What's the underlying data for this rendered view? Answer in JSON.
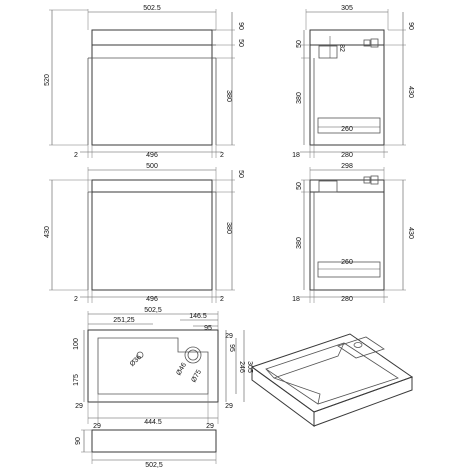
{
  "front_view_1": {
    "width_top": "502.5",
    "height_total": "520",
    "top_band": "90",
    "drawer_gap": "50",
    "body_height": "380",
    "inner_width": "496",
    "side_left": "2",
    "side_right": "2"
  },
  "side_view_1": {
    "depth_top": "305",
    "top_band": "90",
    "gap": "50",
    "inner_82": "82",
    "body_380": "380",
    "total_430": "430",
    "inner_260": "260",
    "base_18": "18",
    "depth_280": "280"
  },
  "front_view_2": {
    "width_top": "500",
    "gap": "50",
    "height_total": "430",
    "body_height": "380",
    "inner_width": "496",
    "side_left": "2",
    "side_right": "2"
  },
  "side_view_2": {
    "depth_top": "298",
    "gap": "50",
    "body_380": "380",
    "total_430": "430",
    "inner_260": "260",
    "base_18": "18",
    "depth_280": "280"
  },
  "basin_top_view": {
    "width_total": "502,5",
    "d_251": "251,25",
    "d_146": "146.5",
    "d_95": "95",
    "d_29_right_top": "29",
    "d_100": "100",
    "d_175": "175",
    "d_29_left": "29",
    "d_29_bottom_left": "29",
    "d_29_bottom_right": "29",
    "d_444": "444.5",
    "dia_36": "Ø36",
    "dia_46": "Ø46",
    "dia_75": "Ø75",
    "d_95_right": "95",
    "d_29_right_bottom": "29",
    "d_246": "246",
    "d_305": "305"
  },
  "basin_front_view": {
    "height": "90",
    "width": "502,5"
  }
}
